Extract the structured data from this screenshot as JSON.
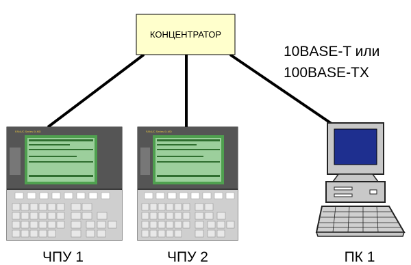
{
  "hub": {
    "label": "КОНЦЕНТРАТОР",
    "fill": "#ffffcc"
  },
  "network": {
    "line1": "10BASE-T или",
    "line2": "100BASE-TX"
  },
  "cnc1": {
    "label": "ЧПУ 1",
    "brand": "FANUC Series 0i-MD"
  },
  "cnc2": {
    "label": "ЧПУ 2",
    "brand": "FANUC Series 0i-MD"
  },
  "pc": {
    "label": "ПК 1"
  },
  "colors": {
    "screen": "#4fa04f",
    "panel": "#3a3a3a",
    "keypad": "#cfcfcf",
    "monitor": "#c8c8c8",
    "pc_screen": "#1e2f8f"
  }
}
